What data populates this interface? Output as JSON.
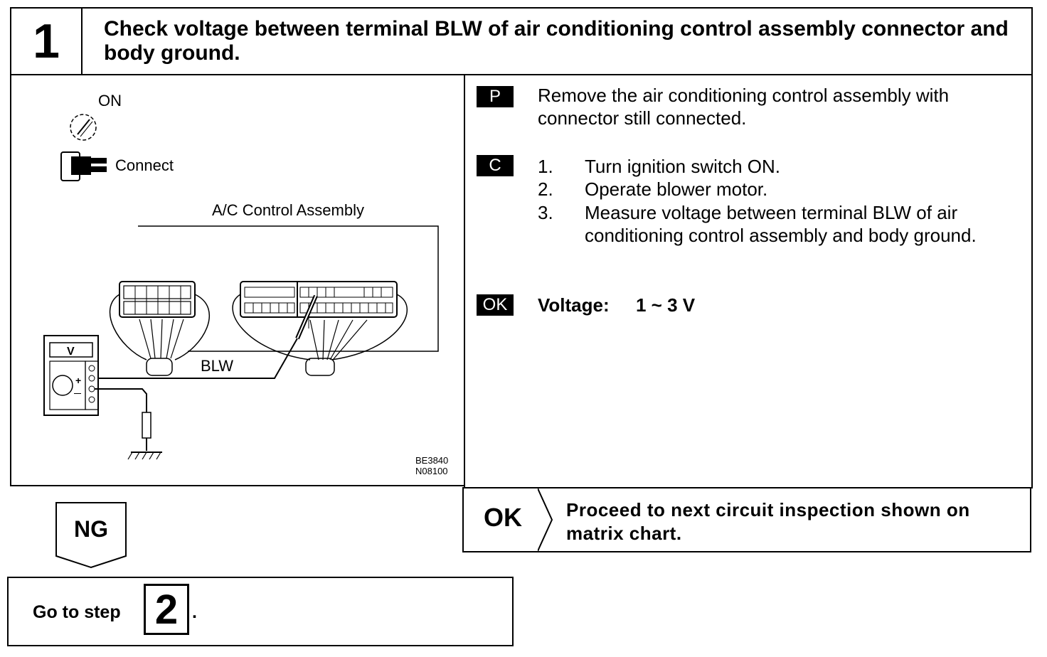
{
  "header": {
    "step_number": "1",
    "title": "Check voltage between terminal BLW of air conditioning control assembly connector and body ground."
  },
  "diagram": {
    "on_label": "ON",
    "connect_label": "Connect",
    "assembly_label": "A/C Control Assembly",
    "wire_label": "BLW",
    "meter_label": "V",
    "plus_sign": "+",
    "minus_sign": "—",
    "ref_code_1": "BE3840",
    "ref_code_2": "N08100"
  },
  "procedure": {
    "prep_tag": "P",
    "prep_text": "Remove the air conditioning control assembly with connector still connected.",
    "check_tag": "C",
    "steps": [
      {
        "num": "1.",
        "text": "Turn ignition switch ON."
      },
      {
        "num": "2.",
        "text": "Operate blower motor."
      },
      {
        "num": "3.",
        "text": "Measure voltage between terminal BLW of air conditioning control assembly and body ground."
      }
    ],
    "ok_tag": "OK",
    "spec_label": "Voltage:",
    "spec_value": "1 ~ 3 V"
  },
  "result_ok": {
    "label": "OK",
    "text": "Proceed to next circuit inspection shown on matrix chart."
  },
  "result_ng": {
    "label": "NG"
  },
  "goto": {
    "text": "Go to step",
    "step": "2",
    "suffix": "."
  }
}
